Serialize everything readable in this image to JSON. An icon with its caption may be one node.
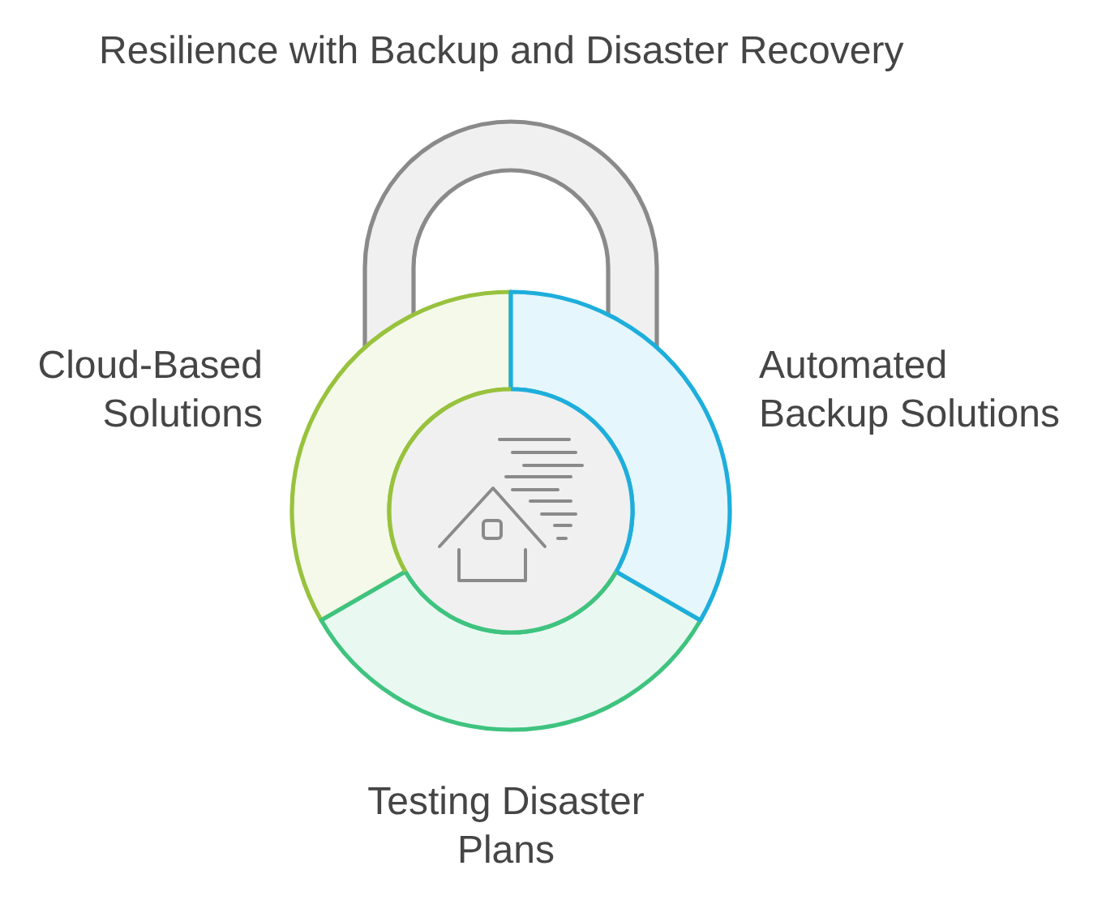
{
  "diagram": {
    "title": "Resilience with Backup and Disaster Recovery",
    "labels": [
      "Cloud-Based Solutions",
      "Automated Backup Solutions",
      "Testing Disaster Plans"
    ]
  }
}
